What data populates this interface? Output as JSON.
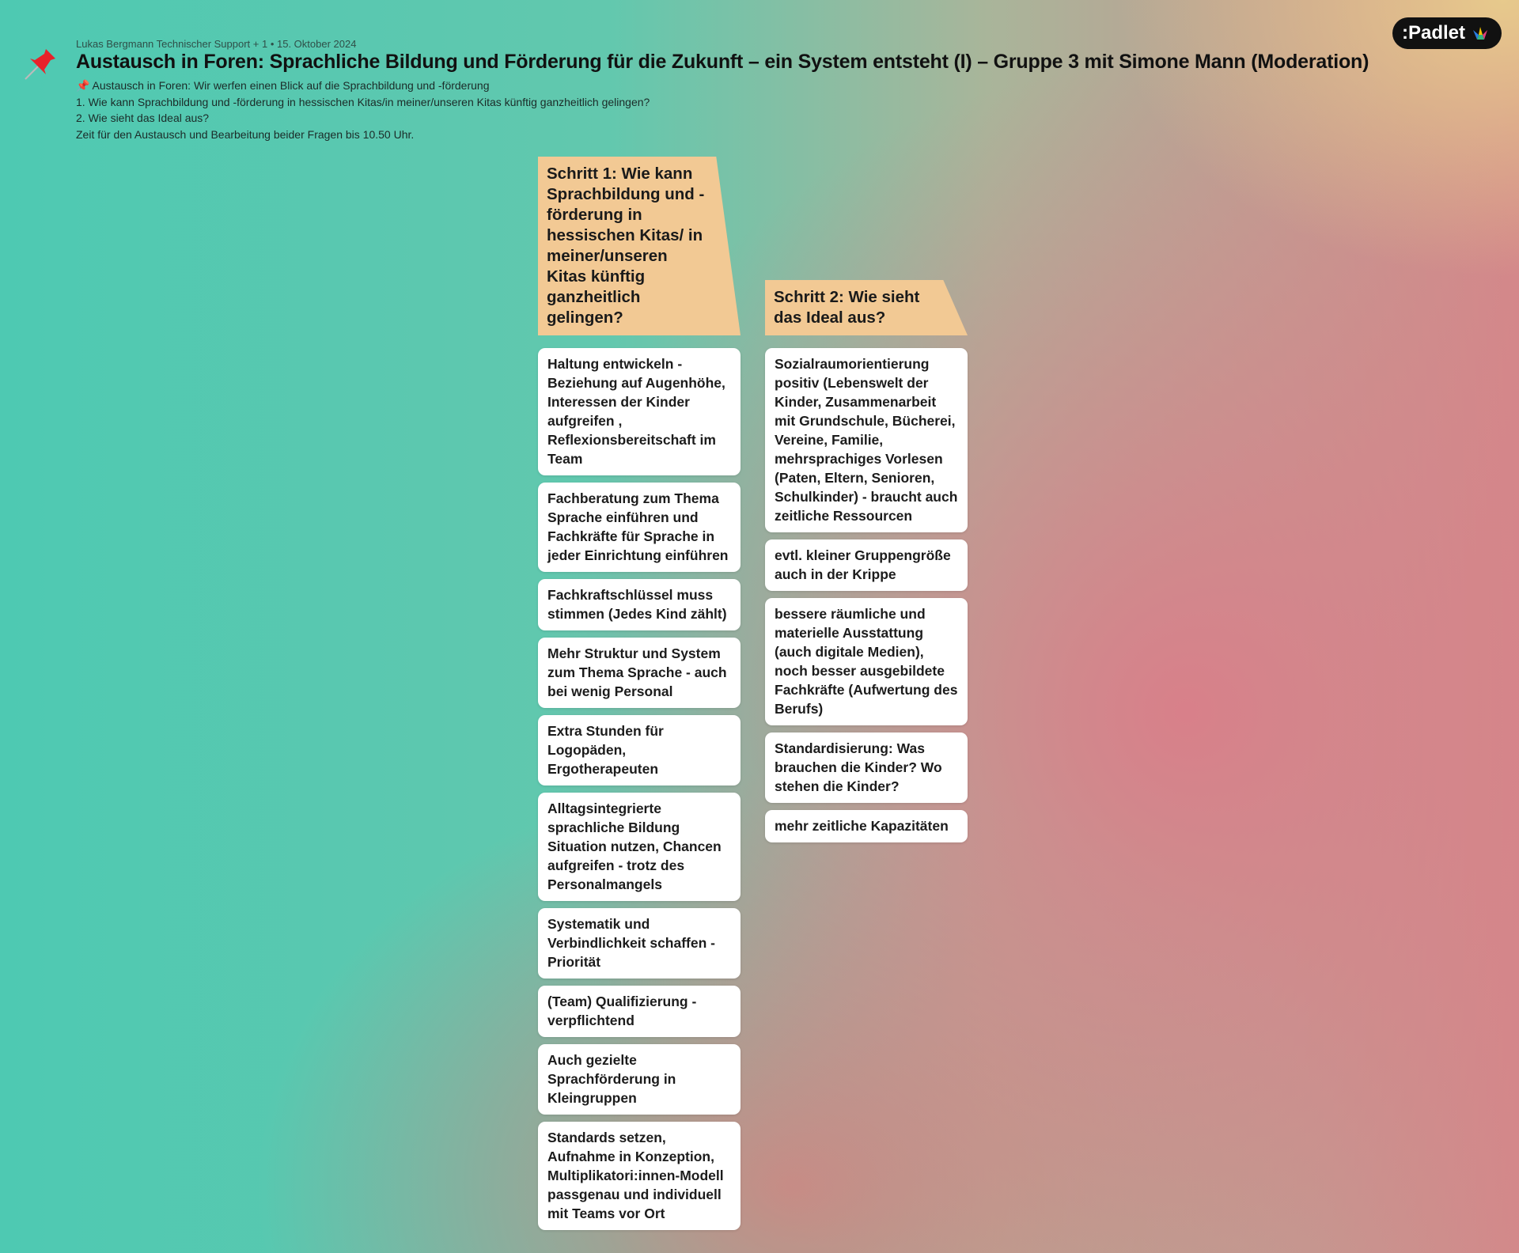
{
  "header": {
    "meta": "Lukas Bergmann Technischer Support + 1 •  15. Oktober 2024",
    "title": "Austausch in Foren: Sprachliche Bildung und Förderung für die Zukunft – ein System entsteht (I) – Gruppe 3 mit Simone Mann (Moderation)",
    "description": [
      "📌 Austausch in Foren: Wir werfen einen Blick auf die Sprachbildung und -förderung",
      "1. Wie kann Sprachbildung und -förderung in hessischen Kitas/in meiner/unseren Kitas künftig ganzheitlich gelingen?",
      "2. Wie sieht das Ideal aus?",
      "Zeit für den Austausch und Bearbeitung beider Fragen bis 10.50 Uhr."
    ],
    "logo": ":Padlet"
  },
  "sections": [
    {
      "title": "Schritt 1: Wie kann Sprachbildung und -förderung in hessischen Kitas/ in meiner/unseren Kitas künftig ganzheitlich gelingen?",
      "posts": [
        "Haltung entwickeln - Beziehung auf Augenhöhe, Interessen der Kinder aufgreifen , Reflexionsbereitschaft im Team",
        "Fachberatung zum Thema Sprache einführen und Fachkräfte für Sprache in jeder Einrichtung einführen",
        "Fachkraftschlüssel muss stimmen (Jedes Kind zählt)",
        "Mehr Struktur und System zum Thema Sprache - auch bei wenig Personal",
        "Extra Stunden für Logopäden, Ergotherapeuten",
        "Alltagsintegrierte sprachliche Bildung Situation nutzen, Chancen aufgreifen - trotz des Personalmangels",
        "Systematik und Verbindlichkeit schaffen - Priorität",
        "(Team) Qualifizierung - verpflichtend",
        "Auch gezielte Sprachförderung in Kleingruppen",
        "Standards setzen, Aufnahme in Konzeption, Multiplikatori:innen-Modell passgenau und individuell mit Teams vor Ort"
      ]
    },
    {
      "title": "Schritt 2: Wie sieht das Ideal aus?",
      "posts": [
        "Sozialraumorientierung positiv (Lebenswelt der Kinder, Zusammenarbeit mit Grundschule, Bücherei, Vereine, Familie, mehrsprachiges Vorlesen (Paten, Eltern, Senioren, Schulkinder) - braucht auch zeitliche Ressourcen",
        "evtl. kleiner Gruppengröße auch in der Krippe",
        "bessere räumliche und materielle Ausstattung (auch digitale Medien), noch besser ausgebildete Fachkräfte (Aufwertung des Berufs)",
        "Standardisierung: Was brauchen die Kinder? Wo stehen die Kinder?",
        "mehr zeitliche Kapazitäten"
      ]
    }
  ]
}
